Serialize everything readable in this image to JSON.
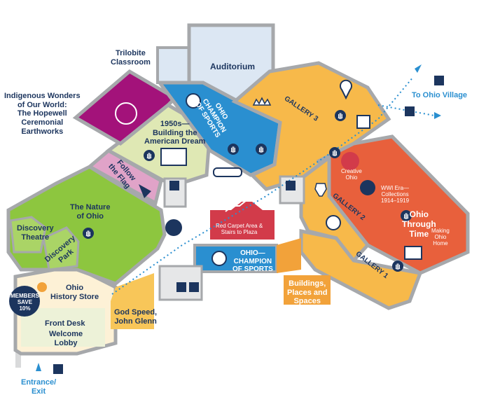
{
  "labels": {
    "trilobite": "Trilobite\nClassroom",
    "auditorium": "Auditorium",
    "indigenous": "Indigenous Wonders\nof Our World:\nThe Hopewell\nCeremonial\nEarthworks",
    "champion_top": "OHIO\nCHAMPION\nOF SPORTS",
    "gallery3": "GALLERY 3",
    "to_ohio_village": "To Ohio Village",
    "fifties": "1950s—\nBuilding the\nAmerican Dream",
    "follow_flag": "Follow\nthe Flag",
    "nature_ohio": "The Nature\nof Ohio",
    "discovery_theatre": "Discovery\nTheatre",
    "discovery_park": "Discovery\nPark",
    "red_carpet": "Red Carpet Area &\nStairs to Plaza",
    "creative_ohio": "Creative\nOhio",
    "wwi": "WWI Era—\nCollections\n1914–1919",
    "gallery2": "GALLERY 2",
    "ohio_through_time": "Ohio\nThrough\nTime",
    "making_ohio_home": "Making\nOhio\nHome",
    "gallery1": "GALLERY 1",
    "champion_bottom": "OHIO—\nCHAMPION\nOF SPORTS",
    "buildings": "Buildings,\nPlaces and\nSpaces",
    "members_save": "MEMBERS\nSAVE\n10%",
    "history_store": "Ohio\nHistory Store",
    "god_speed": "God Speed,\nJohn Glenn",
    "front_desk": "Front Desk",
    "welcome_lobby": "Welcome\nLobby",
    "entrance": "Entrance/\nExit"
  },
  "colors": {
    "gallery": "#f7b94a",
    "sports_blue": "#2a8fd0",
    "hopewell_magenta": "#a3127a",
    "fifties_green": "#dfe8b4",
    "nature_green": "#8dc63f",
    "flag_pink": "#e0a3c8",
    "through_time_red": "#e8603c",
    "red_carpet": "#d23b4a",
    "buildings_orange": "#f2a23a",
    "lobby_cream": "#fdf1d6",
    "navy": "#1c355e",
    "wall_gray": "#a6a8ab",
    "path_blue": "#2a8fd0"
  },
  "icons": [
    "hand-icon",
    "restroom-icon",
    "accessible-icon",
    "family-restroom-icon",
    "crown-icon",
    "location-pin-icon",
    "trolley-icon",
    "car-icon",
    "house-icon",
    "soccer-ball-icon",
    "bird-icon",
    "stairs-icon",
    "flag-icon",
    "vase-icon",
    "biplane-icon",
    "cannon-icon",
    "lighthouse-icon",
    "shopping-bag-icon",
    "cabin-icon"
  ]
}
